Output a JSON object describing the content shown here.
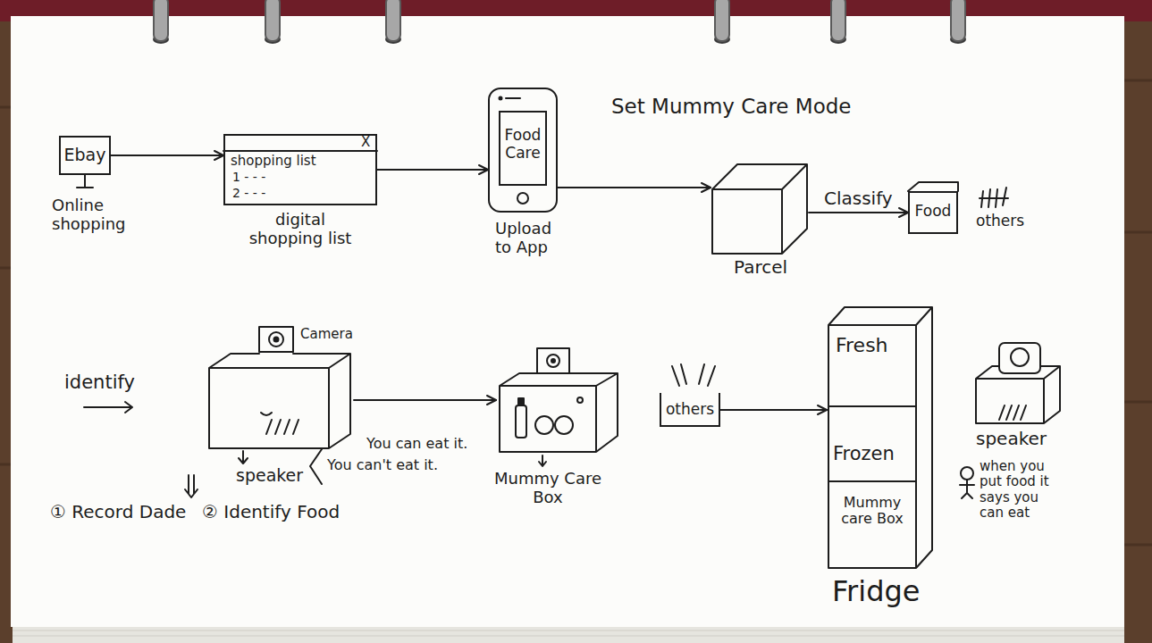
{
  "diagram": {
    "nodes": [
      {
        "text": [
          "Ebay",
          "Online shopping"
        ]
      },
      {
        "text": [
          "X",
          "shopping list",
          "1 - - -",
          "2 - - -",
          "digital shopping list"
        ]
      },
      {
        "text": [
          "Upload to App"
        ]
      },
      {
        "text": [
          "Food Care"
        ],
        "in": 2
      },
      {
        "text": [
          "Parcel"
        ]
      },
      {
        "text": [
          "Food"
        ]
      },
      {
        "text": [
          "Camera"
        ]
      },
      {
        "text": [
          "Mummy Care Box"
        ]
      },
      {
        "text": [
          "others"
        ]
      },
      {
        "text": [
          "Fridge"
        ]
      },
      {
        "text": [
          "Fresh"
        ],
        "in": 9
      },
      {
        "text": [
          "Frozen"
        ],
        "in": 9
      },
      {
        "text": [
          "Mummy care Box"
        ],
        "in": 9
      },
      {
        "text": [
          "speaker"
        ]
      }
    ],
    "edges": [
      {
        "from": 0,
        "to": 1,
        "arrow": "to"
      },
      {
        "from": 1,
        "to": 2,
        "arrow": "to"
      },
      {
        "from": 2,
        "to": 4,
        "arrow": "to"
      },
      {
        "from": 4,
        "to": 5,
        "label": "Classify",
        "arrow": "to"
      },
      {
        "from": 6,
        "to": 7,
        "arrow": "to"
      },
      {
        "from": 8,
        "to": 9,
        "arrow": "to"
      }
    ],
    "labels": [
      "Set Mummy Care Mode",
      "others",
      "identify",
      "speaker",
      "You can eat it.",
      "You can't eat it.",
      "① Record Dade",
      "② Identify Food",
      "when you put food it says you can eat"
    ]
  }
}
